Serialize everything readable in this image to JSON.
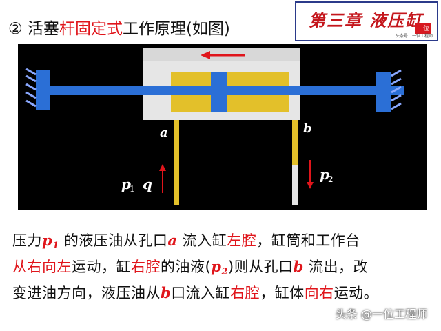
{
  "title": {
    "num": "②",
    "part1": " 活塞",
    "part2": "杆固定式",
    "part3": "工作原理(如图)"
  },
  "chapter": {
    "text": "第三章  液压缸",
    "badge": "一位",
    "small": "头条号：一位工程师"
  },
  "diagram": {
    "label_a": "a",
    "label_b": "b",
    "label_p1": "p",
    "label_p1_sub": "1",
    "label_q": "q",
    "label_p2": "p",
    "label_p2_sub": "2",
    "colors": {
      "body": "#e6e6e6",
      "rod": "#2b6fd6",
      "chamber": "#e3c02a",
      "arrow": "#e0151b"
    }
  },
  "para": {
    "l1a": "压力",
    "l1p": "p",
    "l1ps": "1",
    "l1b": " 的液压油从孔口",
    "l1c": "a",
    "l1d": " 流入缸",
    "l1e": "左腔",
    "l1f": "，缸筒和工作台",
    "l2a": "从右向左",
    "l2b": "运动，缸",
    "l2c": "右腔",
    "l2d": "的油液(",
    "l2p": "p",
    "l2ps": "2",
    "l2e": ")则从孔口",
    "l2f": "b",
    "l2g": " 流出，改",
    "l3a": "变进油方向，液压油从",
    "l3b": "b",
    "l3c": "口流入缸",
    "l3d": "右腔",
    "l3e": "，缸体",
    "l3f": "向右",
    "l3g": "运动。"
  },
  "watermark": "头条 @一位工程师"
}
